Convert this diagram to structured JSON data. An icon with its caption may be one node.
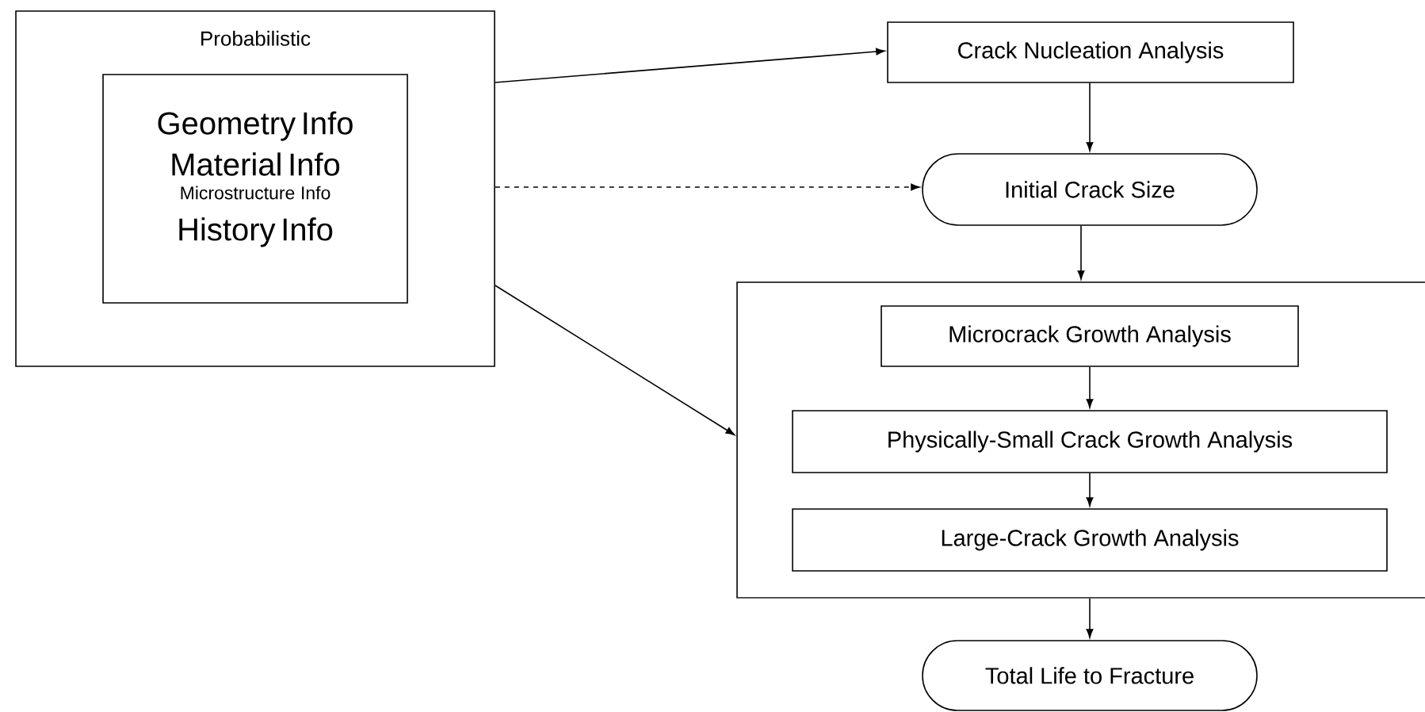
{
  "diagram": {
    "nodes": [
      {
        "text": [
          "Probabilistic"
        ]
      },
      {
        "text": [
          "Geometry Info",
          "Material Info",
          "Microstructure Info",
          "History Info"
        ],
        "in": 0
      },
      {
        "text": [
          "Crack Nucleation Analysis"
        ]
      },
      {
        "text": [
          "Initial Crack Size"
        ]
      },
      {
        "text": [],
        "shape": "box"
      },
      {
        "text": [
          "Microcrack Growth Analysis"
        ],
        "in": 4
      },
      {
        "text": [
          "Physically-Small Crack Growth Analysis"
        ],
        "in": 4
      },
      {
        "text": [
          "Large-Crack Growth Analysis"
        ],
        "in": 4
      },
      {
        "text": [
          "Total Life to Fracture"
        ]
      }
    ],
    "edges": [
      {
        "from": 0,
        "to": 2,
        "arrow": "to"
      },
      {
        "from": 0,
        "to": 3,
        "arrow": "to",
        "style": "dashed"
      },
      {
        "from": 0,
        "to": 4,
        "arrow": "to"
      },
      {
        "from": 2,
        "to": 3,
        "arrow": "to"
      },
      {
        "from": 3,
        "to": 4,
        "arrow": "to"
      },
      {
        "from": 5,
        "to": 6,
        "arrow": "to"
      },
      {
        "from": 6,
        "to": 7,
        "arrow": "to"
      },
      {
        "from": 4,
        "to": 8,
        "arrow": "to"
      }
    ]
  }
}
